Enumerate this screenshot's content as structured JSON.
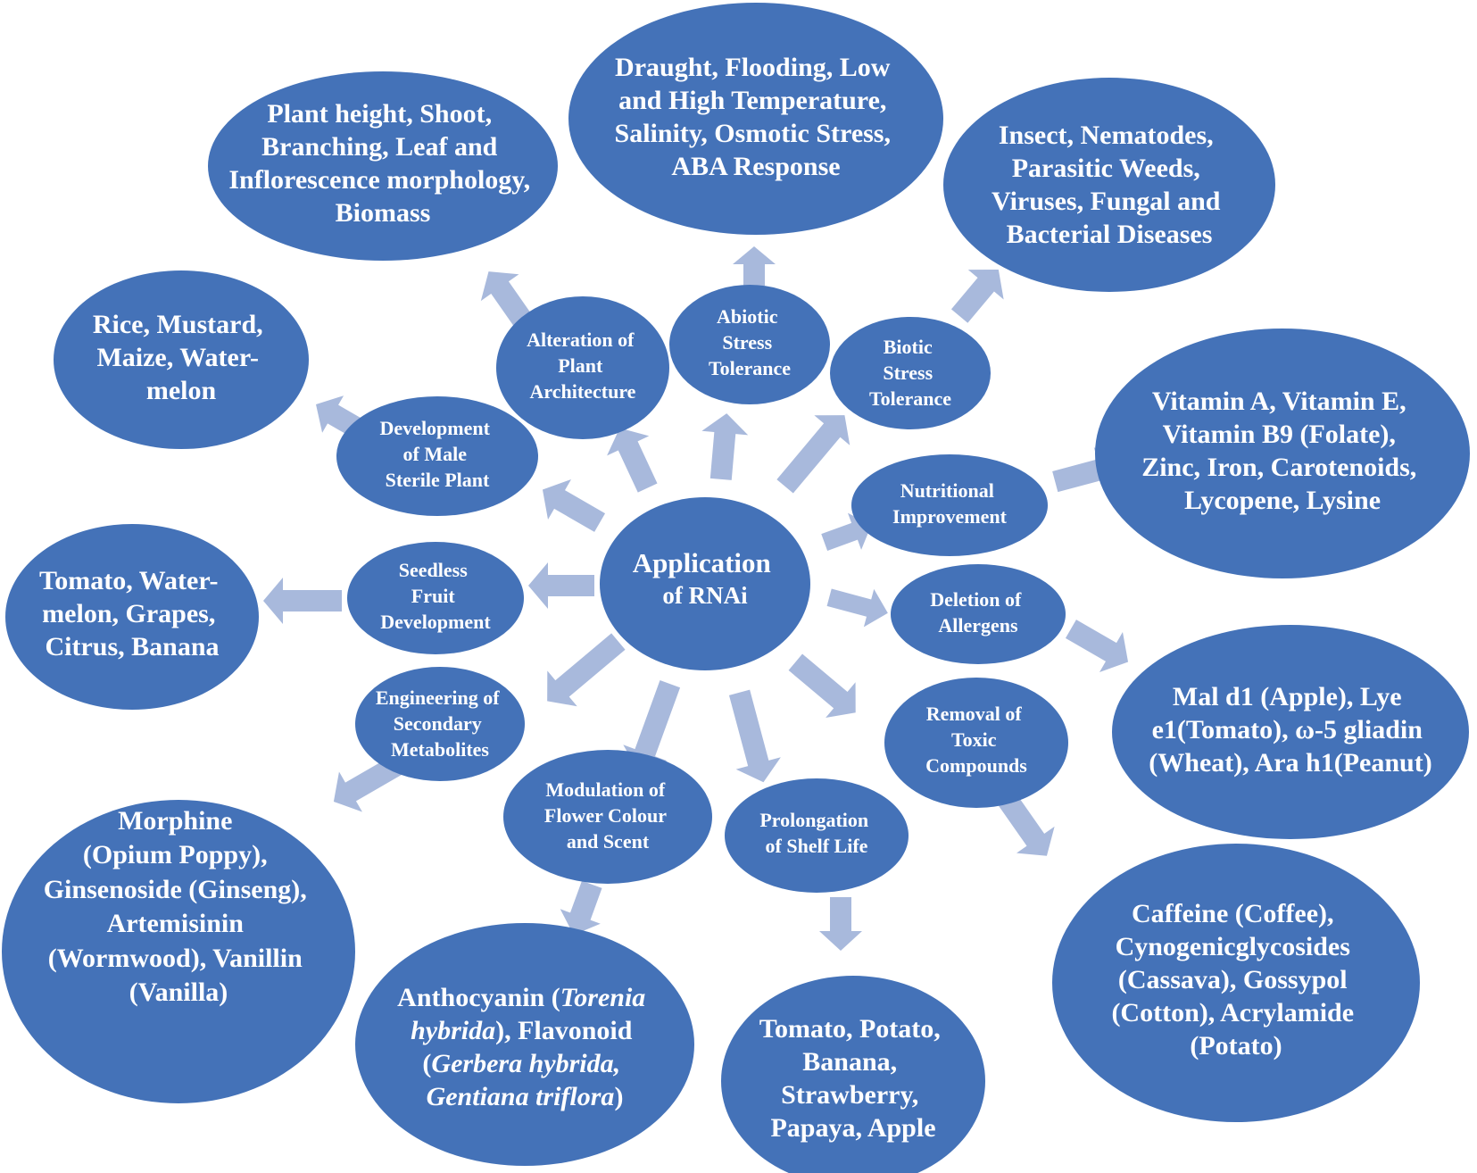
{
  "center": {
    "label_lines": [
      "Application",
      "of RNAi"
    ]
  },
  "applications": {
    "architecture": {
      "label_lines": [
        "Alteration of",
        "Plant",
        "Architecture"
      ]
    },
    "abiotic": {
      "label_lines": [
        "Abiotic",
        "Stress",
        "Tolerance"
      ]
    },
    "biotic": {
      "label_lines": [
        "Biotic",
        "Stress",
        "Tolerance"
      ]
    },
    "male_sterile": {
      "label_lines": [
        "Development",
        "of Male",
        "Sterile Plant"
      ]
    },
    "nutritional": {
      "label_lines": [
        "Nutritional",
        "Improvement"
      ]
    },
    "seedless": {
      "label_lines": [
        "Seedless",
        "Fruit",
        "Development"
      ]
    },
    "allergens": {
      "label_lines": [
        "Deletion of",
        "Allergens"
      ]
    },
    "secondary": {
      "label_lines": [
        "Engineering of",
        "Secondary",
        "Metabolites"
      ]
    },
    "flower": {
      "label_lines": [
        "Modulation of",
        "Flower Colour",
        "and Scent"
      ]
    },
    "shelf_life": {
      "label_lines": [
        "Prolongation",
        "of Shelf Life"
      ]
    },
    "toxic": {
      "label_lines": [
        "Removal of",
        "Toxic",
        "Compounds"
      ]
    }
  },
  "examples": {
    "architecture": {
      "label_lines": [
        "Plant height, Shoot,",
        "Branching, Leaf and",
        "Inflorescence morphology,",
        "Biomass"
      ]
    },
    "abiotic": {
      "label_lines": [
        "Draught, Flooding, Low",
        "and High Temperature,",
        "Salinity, Osmotic Stress,",
        "ABA Response"
      ]
    },
    "biotic": {
      "label_lines": [
        "Insect, Nematodes,",
        "Parasitic Weeds,",
        "Viruses, Fungal and",
        "Bacterial Diseases"
      ]
    },
    "male_sterile": {
      "label_lines": [
        "Rice, Mustard,",
        "Maize, Water-",
        "melon"
      ]
    },
    "nutritional": {
      "label_lines": [
        "Vitamin A, Vitamin E,",
        "Vitamin B9 (Folate),",
        "Zinc, Iron, Carotenoids,",
        "Lycopene, Lysine"
      ]
    },
    "seedless": {
      "label_lines": [
        "Tomato, Water-",
        "melon, Grapes,",
        "Citrus, Banana"
      ]
    },
    "allergens": {
      "label_lines": [
        "Mal d1 (Apple), Lye",
        "e1(Tomato), ω-5 gliadin",
        "(Wheat), Ara h1(Peanut)"
      ]
    },
    "secondary": {
      "label_lines": [
        "Morphine",
        "(Opium Poppy),",
        "Ginsenoside (Ginseng),",
        "Artemisinin",
        "(Wormwood), Vanillin",
        "(Vanilla)"
      ]
    },
    "flower": {
      "line1_a": "Anthocyanin (",
      "line1_b": "Torenia",
      "line2_a": "hybrida",
      "line2_b": "), Flavonoid",
      "line3_a": "(",
      "line3_b": "Gerbera hybrida,",
      "line4_a": "Gentiana triflora",
      "line4_b": ")"
    },
    "shelf_life": {
      "label_lines": [
        "Tomato, Potato,",
        "Banana,",
        "Strawberry,",
        "Papaya, Apple"
      ]
    },
    "toxic": {
      "label_lines": [
        "Caffeine (Coffee),",
        "Cynogenicglycosides",
        "(Cassava), Gossypol",
        "(Cotton), Acrylamide",
        "(Potato)"
      ]
    }
  },
  "colors": {
    "node": "#4472b8",
    "arrow": "#a8b9dc",
    "text": "#ffffff",
    "background": "#ffffff"
  }
}
